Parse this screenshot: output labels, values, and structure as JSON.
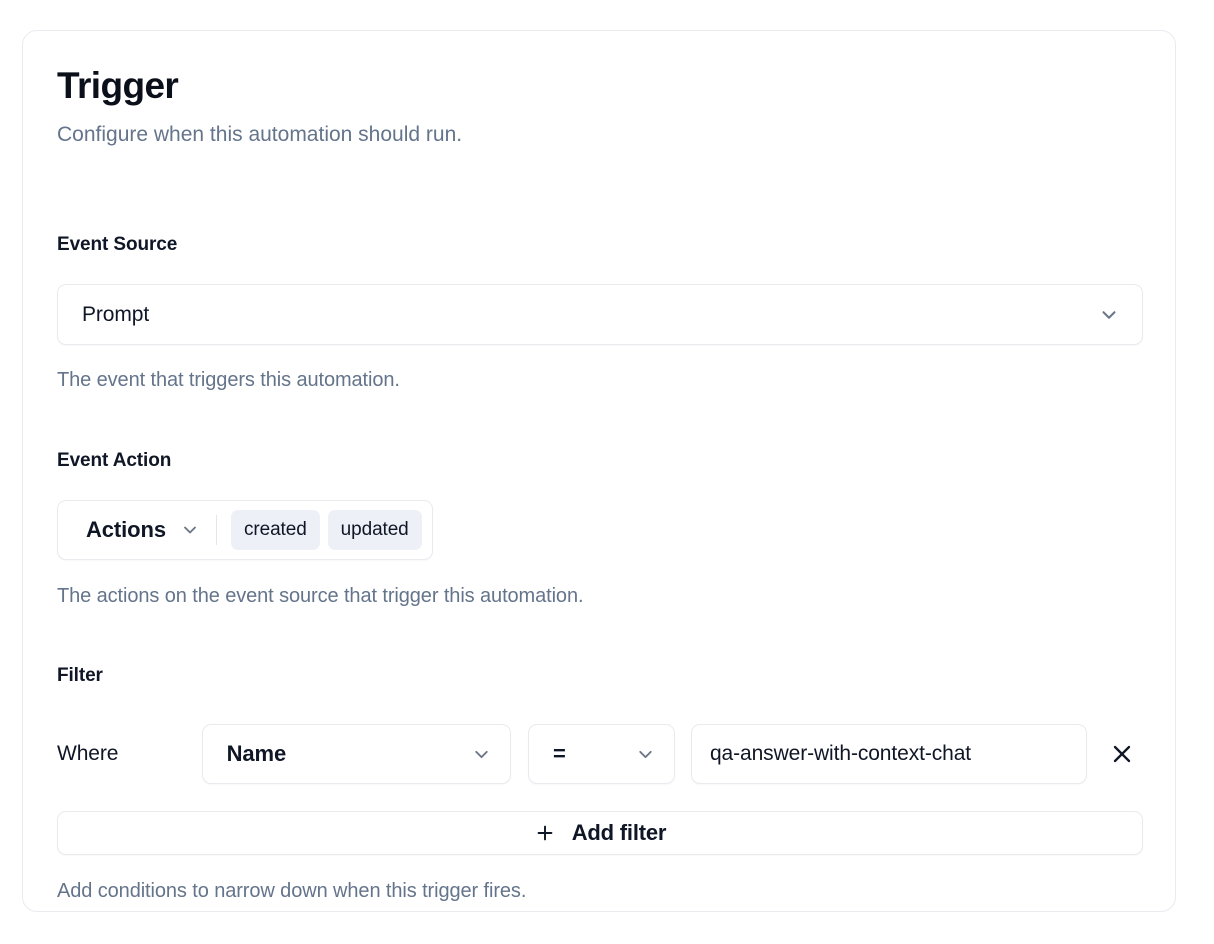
{
  "card": {
    "title": "Trigger",
    "subtitle": "Configure when this automation should run."
  },
  "event_source": {
    "label": "Event Source",
    "value": "Prompt",
    "help": "The event that triggers this automation.",
    "chevron_icon": "chevron-down-icon"
  },
  "event_action": {
    "label": "Event Action",
    "dropdown_value": "Actions",
    "chips": [
      "created",
      "updated"
    ],
    "help": "The actions on the event source that trigger this automation.",
    "chevron_icon": "chevron-down-icon"
  },
  "filter": {
    "label": "Filter",
    "where_label": "Where",
    "field_value": "Name",
    "operator_value": "=",
    "value": "qa-answer-with-context-chat",
    "remove_icon": "close-icon",
    "add_filter_label": "Add filter",
    "add_filter_icon": "plus-icon",
    "help": "Add conditions to narrow down when this trigger fires."
  },
  "colors": {
    "background": "#ffffff",
    "card_border": "#e9ebef",
    "text_primary": "#0f1625",
    "text_muted": "#64748b",
    "chip_background": "#edf1f7",
    "control_border": "#e8eaee"
  }
}
